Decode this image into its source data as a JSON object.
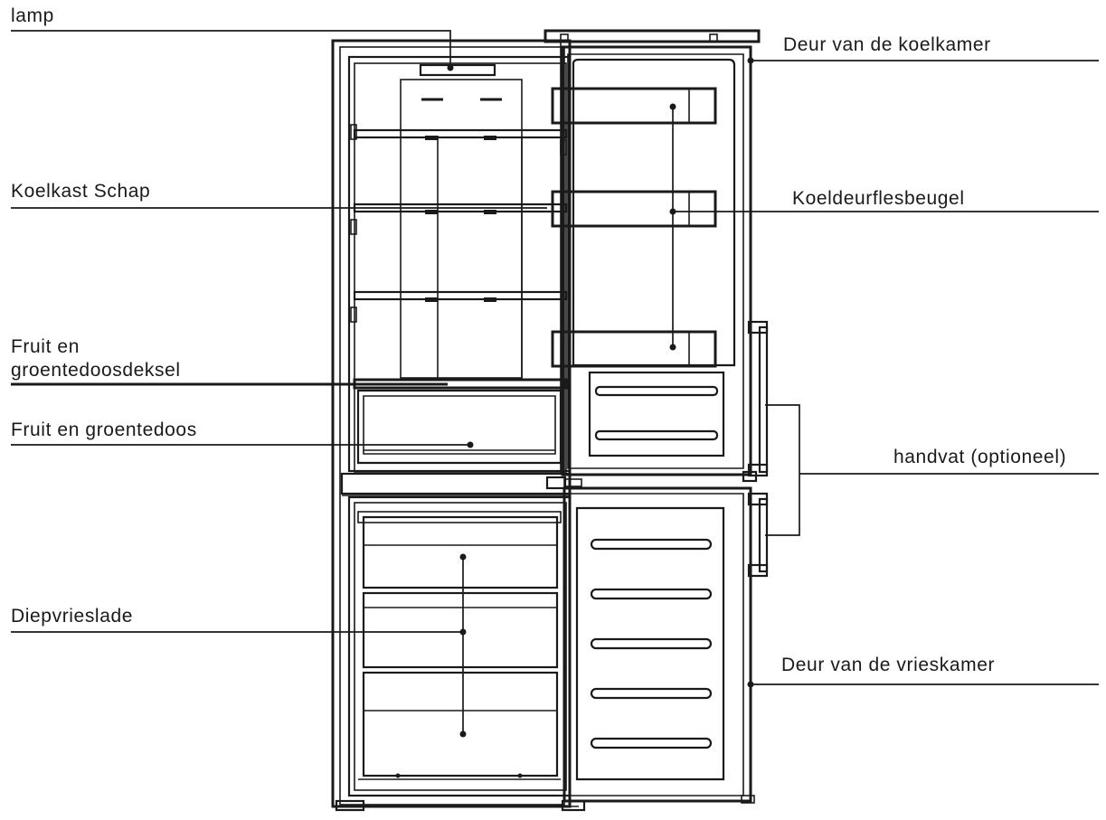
{
  "labels": {
    "lamp": "lamp",
    "koelkast_schap": "Koelkast Schap",
    "fruit_deksel_line1": "Fruit en",
    "fruit_deksel_line2": "groentedoosdeksel",
    "fruit_doos": "Fruit en groentedoos",
    "diepvrieslade": "Diepvrieslade",
    "deur_koelkamer": "Deur van de koelkamer",
    "koeldeurflesbeugel": "Koeldeurflesbeugel",
    "handvat": "handvat (optioneel)",
    "deur_vrieskamer": "Deur van de vrieskamer"
  },
  "colors": {
    "line": "#1a1a1a",
    "background": "#ffffff"
  }
}
